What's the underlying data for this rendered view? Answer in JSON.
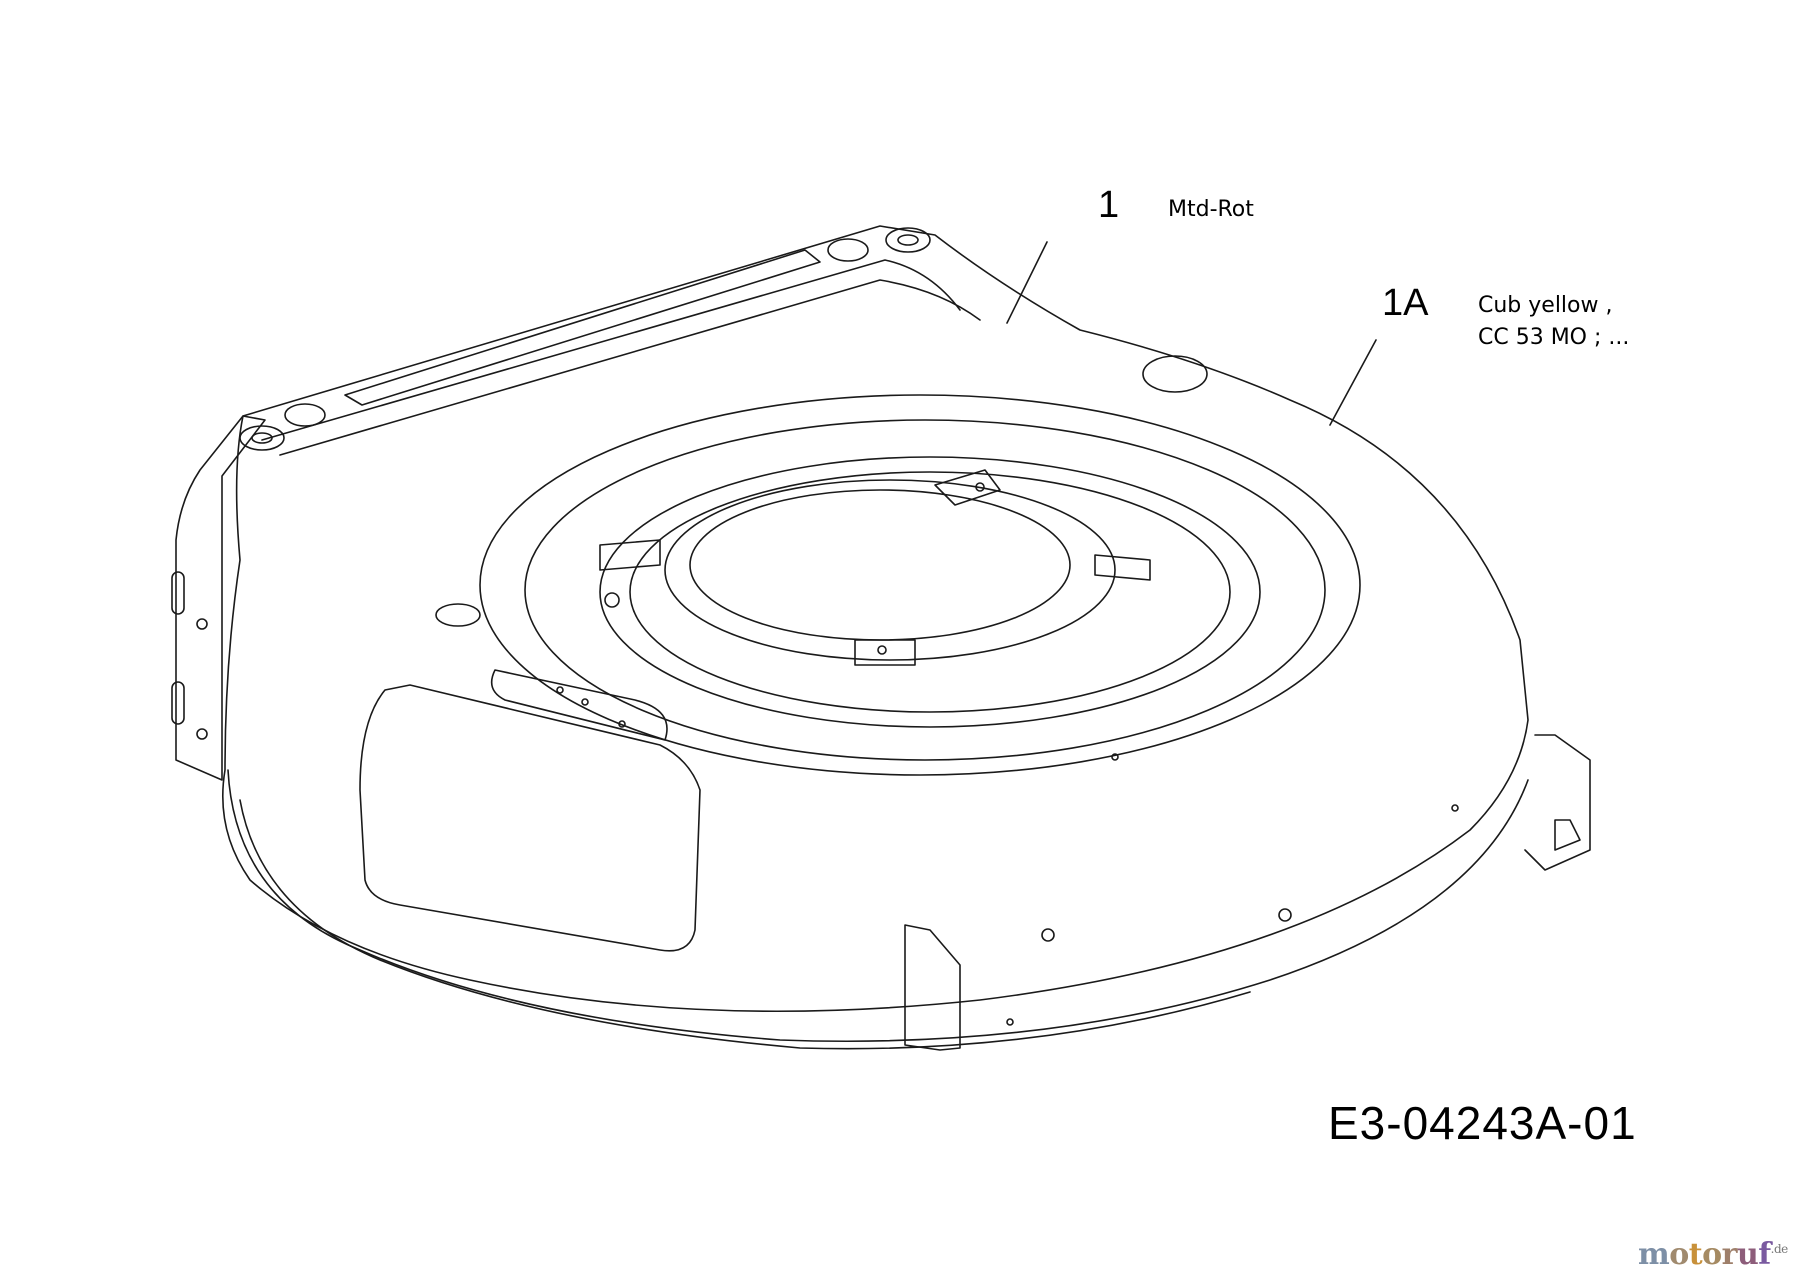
{
  "callouts": [
    {
      "number": "1",
      "lines": [
        "Mtd-Rot"
      ]
    },
    {
      "number": "1A",
      "lines": [
        "Cub yellow ,",
        "CC 53 MO ;  ..."
      ]
    }
  ],
  "drawing_code": "E3-04243A-01",
  "watermark": {
    "letters": [
      "m",
      "o",
      "t",
      "o",
      "r",
      "u",
      "f"
    ],
    "colors": [
      "#7d8fa6",
      "#a08a6e",
      "#c8913a",
      "#a58a62",
      "#9e7f6a",
      "#8d5d7a",
      "#7a5aa0"
    ],
    "tld": ".de"
  },
  "line_color": "#1a1a1a"
}
